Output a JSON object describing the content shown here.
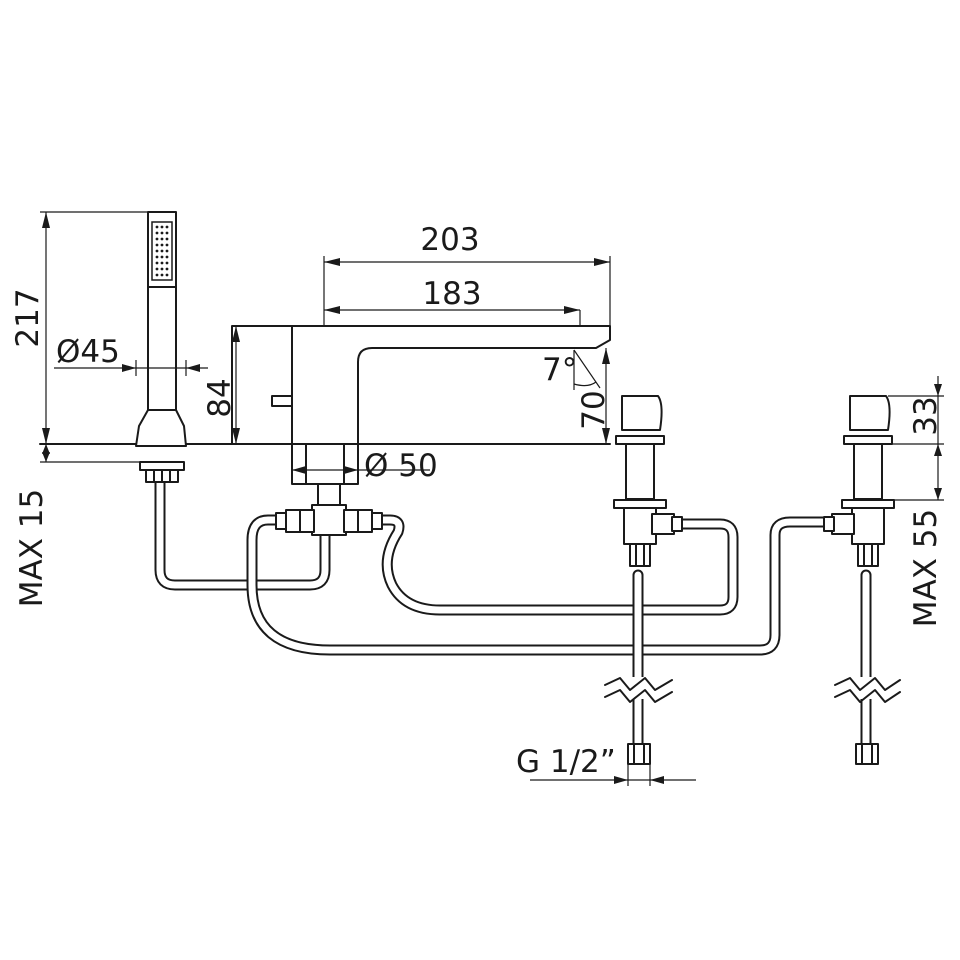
{
  "dimensions": {
    "total_spout_length": "203",
    "spout_reach": "183",
    "handshower_height": "217",
    "handshower_diameter": "Ø45",
    "mixer_height": "84",
    "spout_angle": "7°",
    "spout_outlet_height": "70",
    "mixer_base_diameter": "Ø 50",
    "max_deck_thickness_handshower": "MAX 15",
    "valve_height": "33",
    "max_deck_thickness_valve": "MAX 55",
    "connection_thread": "G 1/2”"
  }
}
